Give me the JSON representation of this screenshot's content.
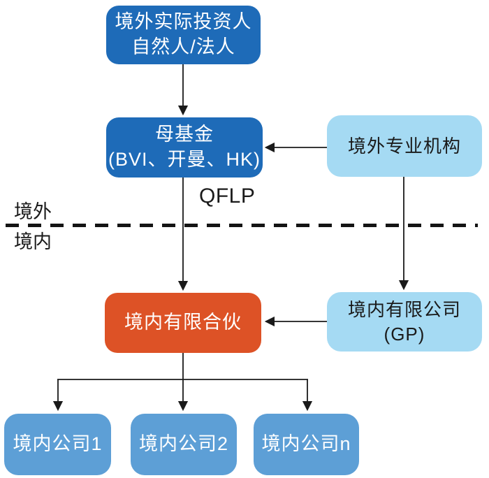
{
  "diagram": {
    "type": "flowchart",
    "nodes": {
      "investor": {
        "line1": "境外实际投资人",
        "line2": "自然人/法人"
      },
      "parent_fund": {
        "line1": "母基金",
        "line2": "(BVI、开曼、HK)"
      },
      "overseas_org": {
        "line1": "境外专业机构"
      },
      "partnership": {
        "line1": "境内有限合伙"
      },
      "gp_company": {
        "line1": "境内有限公司",
        "line2": "(GP)"
      },
      "company1": {
        "line1": "境内公司1"
      },
      "company2": {
        "line1": "境内公司2"
      },
      "company_n": {
        "line1": "境内公司n"
      }
    },
    "labels": {
      "qflp": "QFLP",
      "offshore": "境外",
      "onshore": "境内"
    },
    "colors": {
      "dark_blue": "#1e6bb8",
      "light_blue": "#a5daf3",
      "orange": "#dd5226",
      "medium_blue": "#5d9fd6",
      "line": "#1a1a1a"
    }
  }
}
